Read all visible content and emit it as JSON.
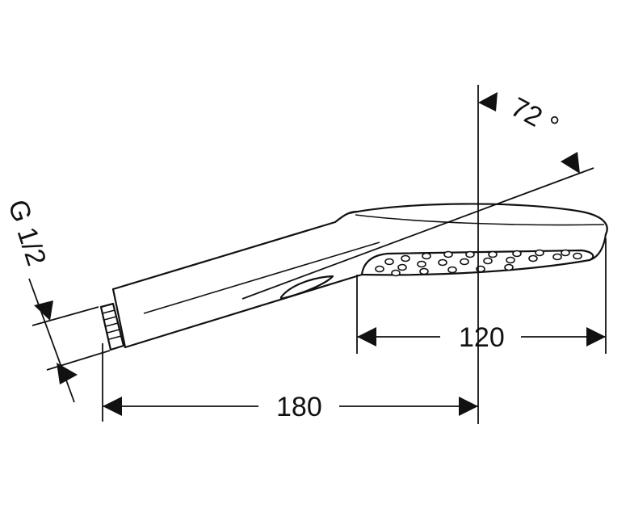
{
  "dimensions": {
    "length_total": "180",
    "head_width": "120",
    "angle": "72 °",
    "thread": "G 1/2"
  },
  "colors": {
    "line": "#111111",
    "background": "#ffffff"
  }
}
